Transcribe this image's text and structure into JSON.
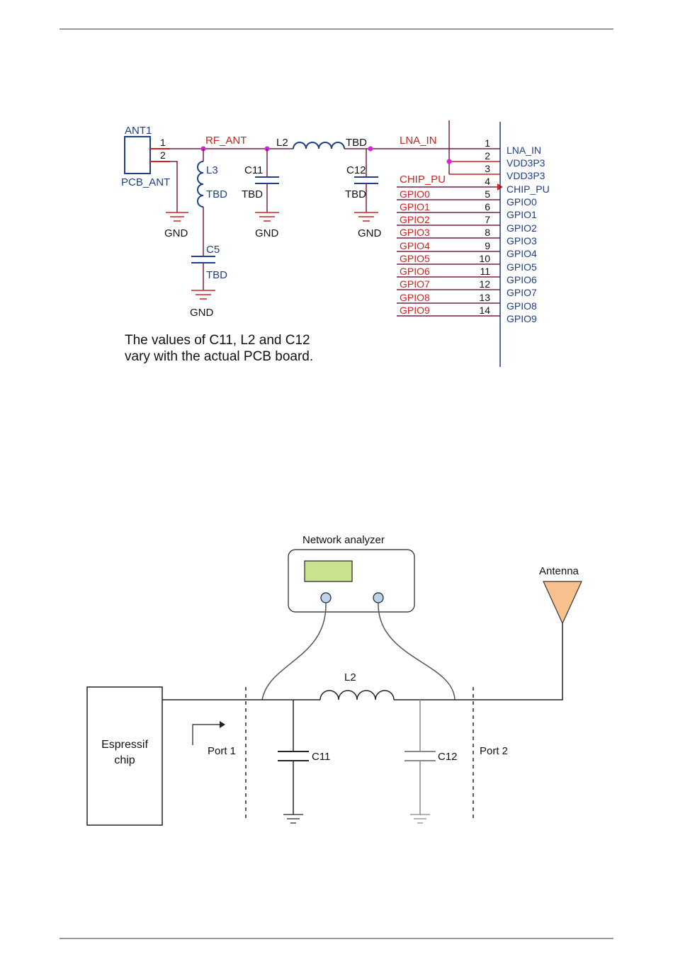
{
  "schematic": {
    "antenna": {
      "ref": "ANT1",
      "part": "PCB_ANT",
      "pin1": "1",
      "pin2": "2"
    },
    "net_rf": "RF_ANT",
    "net_lna": "LNA_IN",
    "net_chip_pu": "CHIP_PU",
    "gnd": "GND",
    "l3": {
      "ref": "L3",
      "value": "TBD"
    },
    "c5": {
      "ref": "C5",
      "value": "TBD"
    },
    "c11": {
      "ref": "C11",
      "value": "TBD"
    },
    "l2": {
      "ref": "L2",
      "value": "TBD"
    },
    "c12": {
      "ref": "C12",
      "value": "TBD"
    },
    "connector_pins": [
      {
        "num": "1",
        "name": "LNA_IN"
      },
      {
        "num": "2",
        "name": "VDD3P3"
      },
      {
        "num": "3",
        "name": "VDD3P3"
      },
      {
        "num": "4",
        "name": "CHIP_PU"
      },
      {
        "num": "5",
        "name": "GPIO0"
      },
      {
        "num": "6",
        "name": "GPIO1"
      },
      {
        "num": "7",
        "name": "GPIO2"
      },
      {
        "num": "8",
        "name": "GPIO3"
      },
      {
        "num": "9",
        "name": "GPIO4"
      },
      {
        "num": "10",
        "name": "GPIO5"
      },
      {
        "num": "11",
        "name": "GPIO6"
      },
      {
        "num": "12",
        "name": "GPIO7"
      },
      {
        "num": "13",
        "name": "GPIO8"
      },
      {
        "num": "14",
        "name": "GPIO9"
      }
    ],
    "gpio_nets": [
      "GPIO0",
      "GPIO1",
      "GPIO2",
      "GPIO3",
      "GPIO4",
      "GPIO5",
      "GPIO6",
      "GPIO7",
      "GPIO8",
      "GPIO9"
    ],
    "note_line1": "The values of C11, L2 and C12",
    "note_line2": "vary with the actual PCB board."
  },
  "measurement": {
    "analyzer": "Network analyzer",
    "antenna": "Antenna",
    "chip_line1": "Espressif",
    "chip_line2": "chip",
    "port1": "Port 1",
    "port2": "Port 2",
    "l2": "L2",
    "c11": "C11",
    "c12": "C12"
  },
  "colors": {
    "wire": "#7a1f4a",
    "net_label": "#d42020",
    "symbol": "#1f3f86",
    "junction": "#e020e0",
    "antenna_fill": "#f8c08c",
    "screen_fill": "#c8e28e",
    "port_fill": "#bcd3ee"
  }
}
